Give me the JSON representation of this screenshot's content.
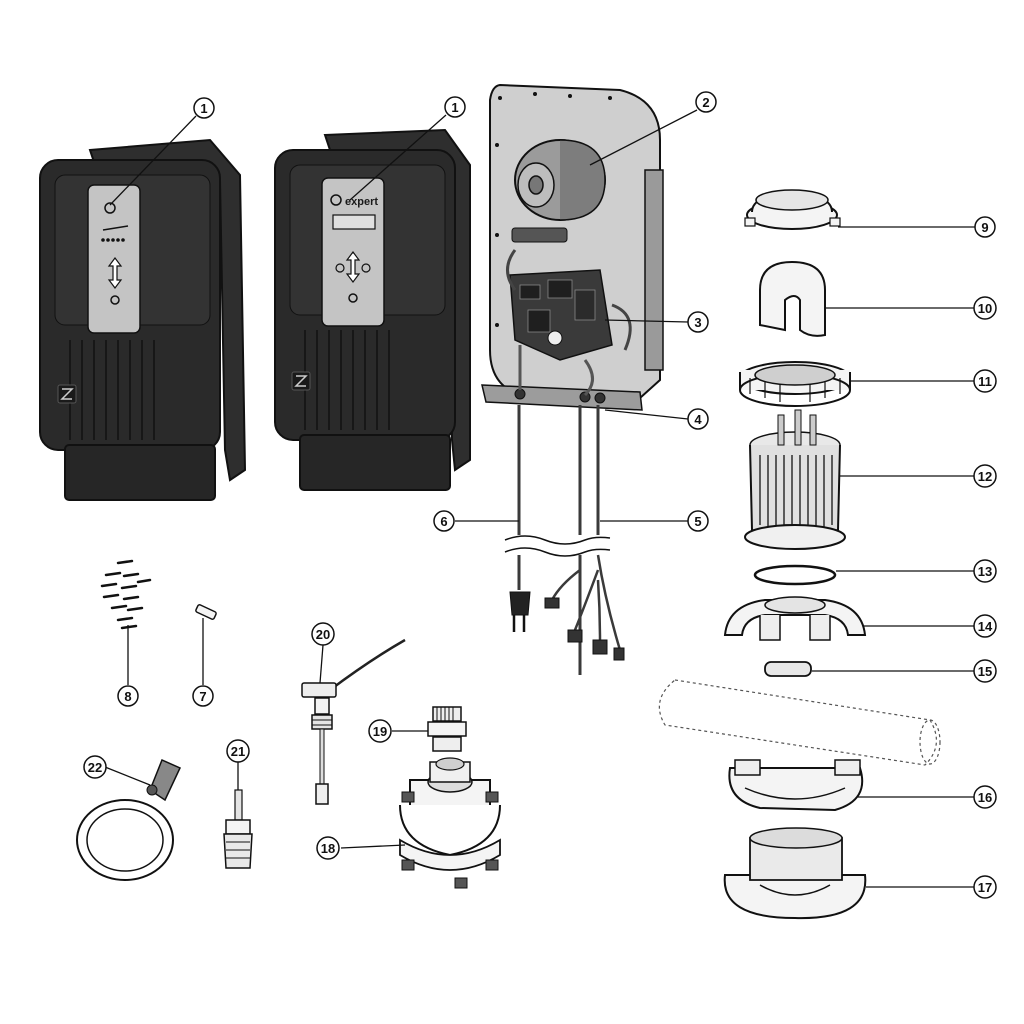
{
  "part_numbers": [
    "1",
    "1",
    "2",
    "3",
    "4",
    "5",
    "6",
    "7",
    "8",
    "9",
    "10",
    "11",
    "12",
    "13",
    "14",
    "15",
    "16",
    "17",
    "18",
    "19",
    "20",
    "21",
    "22"
  ],
  "front_panel_a": {
    "logo_icon": "brand-logo-icon",
    "indicator_icon": "led-row-icon",
    "arrows_icon": "up-down-arrows-icon",
    "power_icon": "power-button-icon"
  },
  "front_panel_b": {
    "logo_text": "expert",
    "display_icon": "lcd-display-icon",
    "arrows_icon": "up-down-arrows-icon",
    "power_icon": "power-button-icon"
  },
  "brand_badge_icon": "z-logo-icon",
  "colors": {
    "housing": "#2a2a2a",
    "housing_edge": "#111111",
    "panel": "#c4c4c4",
    "backplate": "#cfcfcf",
    "line": "#1a1a1a",
    "white_part": "#f4f4f4"
  }
}
